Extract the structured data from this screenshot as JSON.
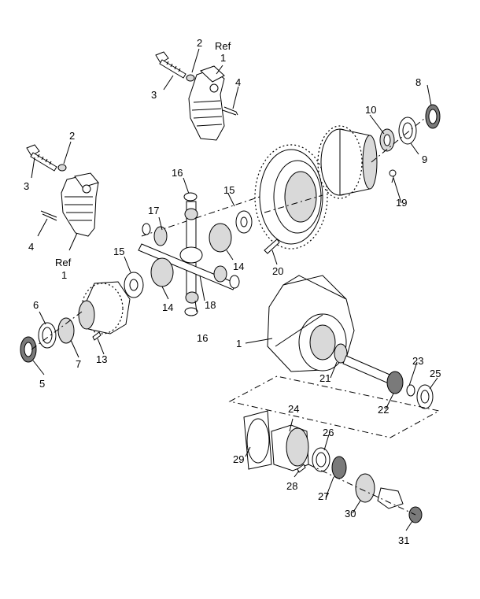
{
  "callouts": {
    "c1_upper": "1",
    "ref_upper": "Ref",
    "c2_upper": "2",
    "c3_upper": "3",
    "c4_upper": "4",
    "c2_left": "2",
    "c3_left": "3",
    "c4_left": "4",
    "ref_left": "Ref",
    "c1_left": "1",
    "c5": "5",
    "c6": "6",
    "c7": "7",
    "c8": "8",
    "c9": "9",
    "c10": "10",
    "c13": "13",
    "c14_left": "14",
    "c14_right": "14",
    "c15_left": "15",
    "c15_right": "15",
    "c16_top": "16",
    "c16_bottom": "16",
    "c17": "17",
    "c18": "18",
    "c19": "19",
    "c20": "20",
    "c1_housing": "1",
    "c21": "21",
    "c22": "22",
    "c23": "23",
    "c24": "24",
    "c25": "25",
    "c26": "26",
    "c27": "27",
    "c28": "28",
    "c29": "29",
    "c30": "30",
    "c31": "31"
  }
}
